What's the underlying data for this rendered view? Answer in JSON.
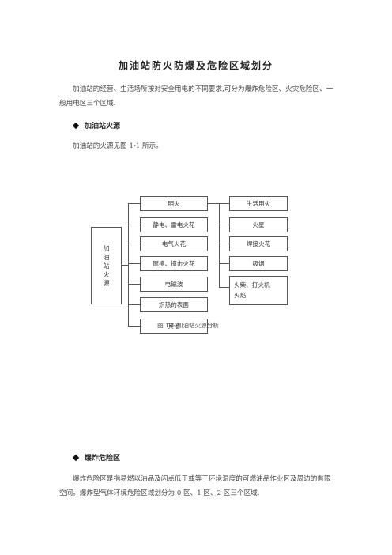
{
  "title": "加油站防火防爆及危险区域划分",
  "intro": "加油站的经营、生活场所按对安全用电的不同要求,可分为爆炸危险区、火灾危险区、一般用电区三个区域.",
  "section1": {
    "heading": "加油站火源",
    "text": "加油站的火源见图 1-1 所示。"
  },
  "diagram": {
    "root": [
      "加",
      "油",
      "站",
      "火",
      "源"
    ],
    "left_items": [
      "明火",
      "静电、雷电火花",
      "电气火花",
      "摩擦、撞击火花",
      "电磁波",
      "炽热的表面",
      "其他"
    ],
    "right_items": [
      "生活用火",
      "火星",
      "焊接火花",
      "吸烟"
    ],
    "right_last": [
      "火柴、打火机",
      "火焰"
    ],
    "caption": "图 1-1    加油站火源分析"
  },
  "section2": {
    "heading": "爆炸危险区",
    "text": "爆炸危险区是指易燃以油品及闪点低于或等于环境温度的可燃油品作业区及周边的有限空间。爆炸型气体环境危险区域划分为 0 区、1 区、2 区三个区域."
  }
}
